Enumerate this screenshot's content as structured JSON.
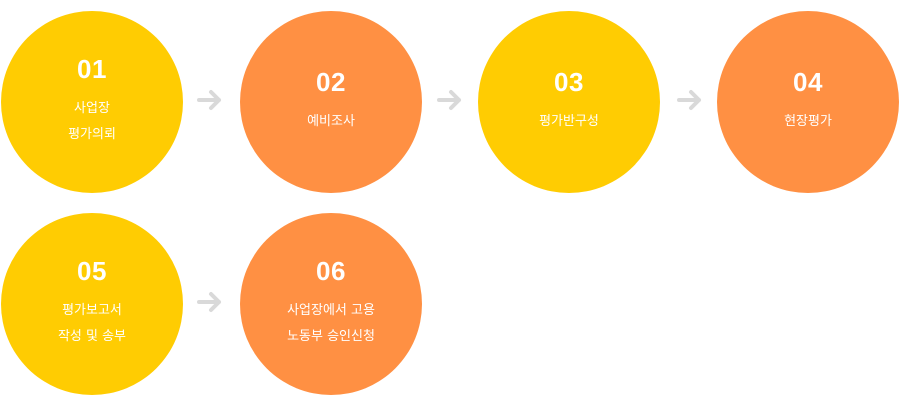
{
  "colors": {
    "yellow": "#FFCC02",
    "orange": "#FF9043",
    "arrow": "#D9D9D9"
  },
  "steps": [
    {
      "number": "01",
      "line1": "사업장",
      "line2": "평가의뢰",
      "color": "yellow"
    },
    {
      "number": "02",
      "line1": "예비조사",
      "line2": "",
      "color": "orange"
    },
    {
      "number": "03",
      "line1": "평가반구성",
      "line2": "",
      "color": "yellow"
    },
    {
      "number": "04",
      "line1": "현장평가",
      "line2": "",
      "color": "orange"
    },
    {
      "number": "05",
      "line1": "평가보고서",
      "line2": "작성 및 송부",
      "color": "yellow"
    },
    {
      "number": "06",
      "line1": "사업장에서 고용",
      "line2": "노동부 승인신청",
      "color": "orange"
    }
  ]
}
